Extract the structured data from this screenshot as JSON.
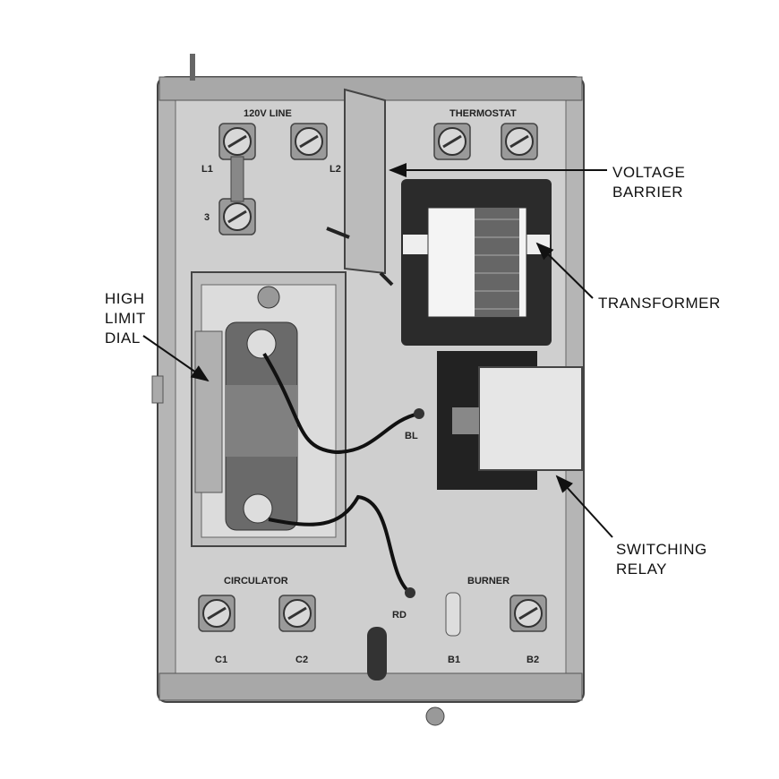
{
  "plate_labels": {
    "line_120v": "120V LINE",
    "thermostat": "THERMOSTAT",
    "l1": "L1",
    "l2": "L2",
    "three": "3",
    "bl": "BL",
    "rd": "RD",
    "circulator": "CIRCULATOR",
    "burner": "BURNER",
    "c1": "C1",
    "c2": "C2",
    "b1": "B1",
    "b2": "B2"
  },
  "callouts": {
    "voltage_barrier": [
      "VOLTAGE",
      "BARRIER"
    ],
    "transformer": "TRANSFORMER",
    "high_limit_dial": [
      "HIGH",
      "LIMIT",
      "DIAL"
    ],
    "switching_relay": [
      "SWITCHING",
      "RELAY"
    ]
  }
}
